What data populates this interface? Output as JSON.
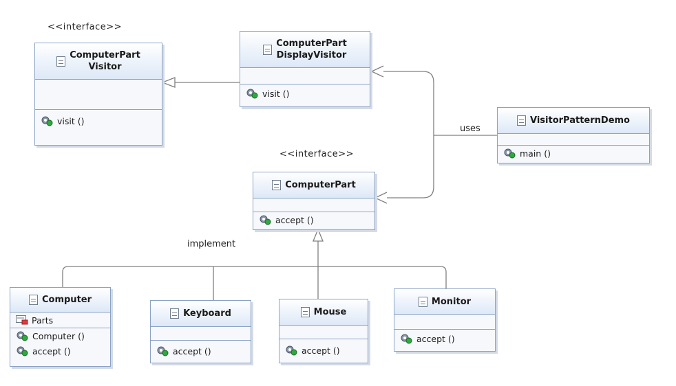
{
  "stereotypes": {
    "visitor_interface": "<<interface>>",
    "part_interface": "<<interface>>"
  },
  "classes": {
    "computer_part_visitor": {
      "name": "ComputerPart\nVisitor",
      "methods": [
        "visit ()"
      ]
    },
    "computer_part_display_visitor": {
      "name": "ComputerPart\nDisplayVisitor",
      "methods": [
        "visit ()"
      ]
    },
    "visitor_pattern_demo": {
      "name": "VisitorPatternDemo",
      "methods": [
        "main ()"
      ]
    },
    "computer_part": {
      "name": "ComputerPart",
      "methods": [
        "accept ()"
      ]
    },
    "computer": {
      "name": "Computer",
      "attributes": [
        "Parts"
      ],
      "methods": [
        "Computer ()",
        "accept ()"
      ]
    },
    "keyboard": {
      "name": "Keyboard",
      "methods": [
        "accept ()"
      ]
    },
    "mouse": {
      "name": "Mouse",
      "methods": [
        "accept ()"
      ]
    },
    "monitor": {
      "name": "Monitor",
      "methods": [
        "accept ()"
      ]
    }
  },
  "relations": {
    "uses_label": "uses",
    "implement_label": "implement"
  },
  "colors": {
    "class_border": "#8aa2c4",
    "class_fill": "#f6f8fc",
    "header_gradient_bottom": "#dde8f7",
    "line": "#808080"
  },
  "icons": {
    "class": "class-icon",
    "method": "method-gear-icon",
    "attribute": "field-icon"
  }
}
